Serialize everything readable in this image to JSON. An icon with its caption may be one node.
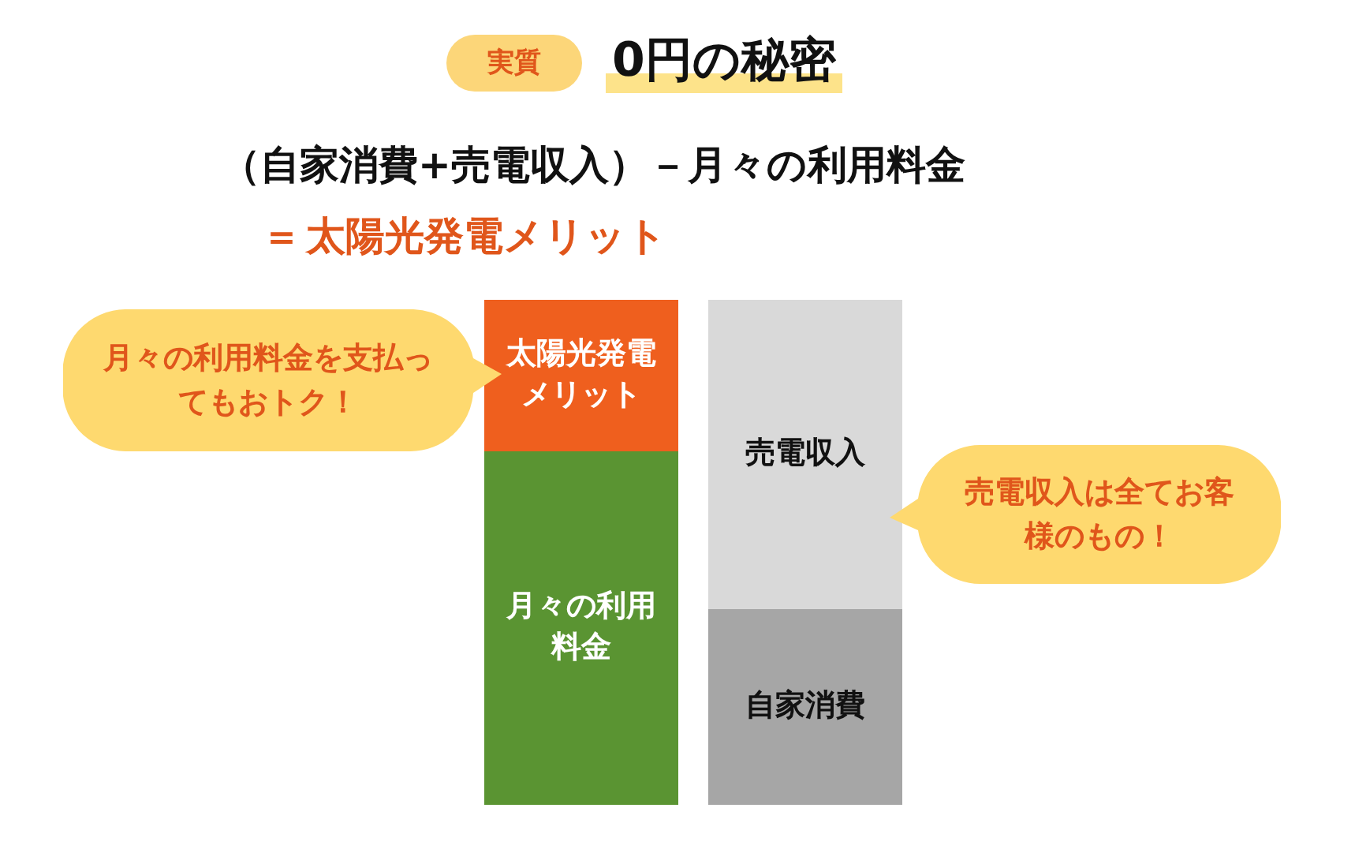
{
  "diagram": {
    "title": "0円の秘密",
    "nodes": [
      {
        "text": [
          "太陽光発電メリット"
        ]
      },
      {
        "text": [
          "月々の利用料金"
        ]
      },
      {
        "text": [
          "売電収入"
        ]
      },
      {
        "text": [
          "自家消費"
        ]
      },
      {
        "text": [
          "月々の利用料金を支払ってもおトク！"
        ]
      },
      {
        "text": [
          "売電収入は全てお客様のもの！"
        ]
      }
    ],
    "labels": [
      "実質",
      "（自家消費+売電収入）－月々の利用料金",
      "＝",
      "太陽光発電メリット"
    ]
  }
}
